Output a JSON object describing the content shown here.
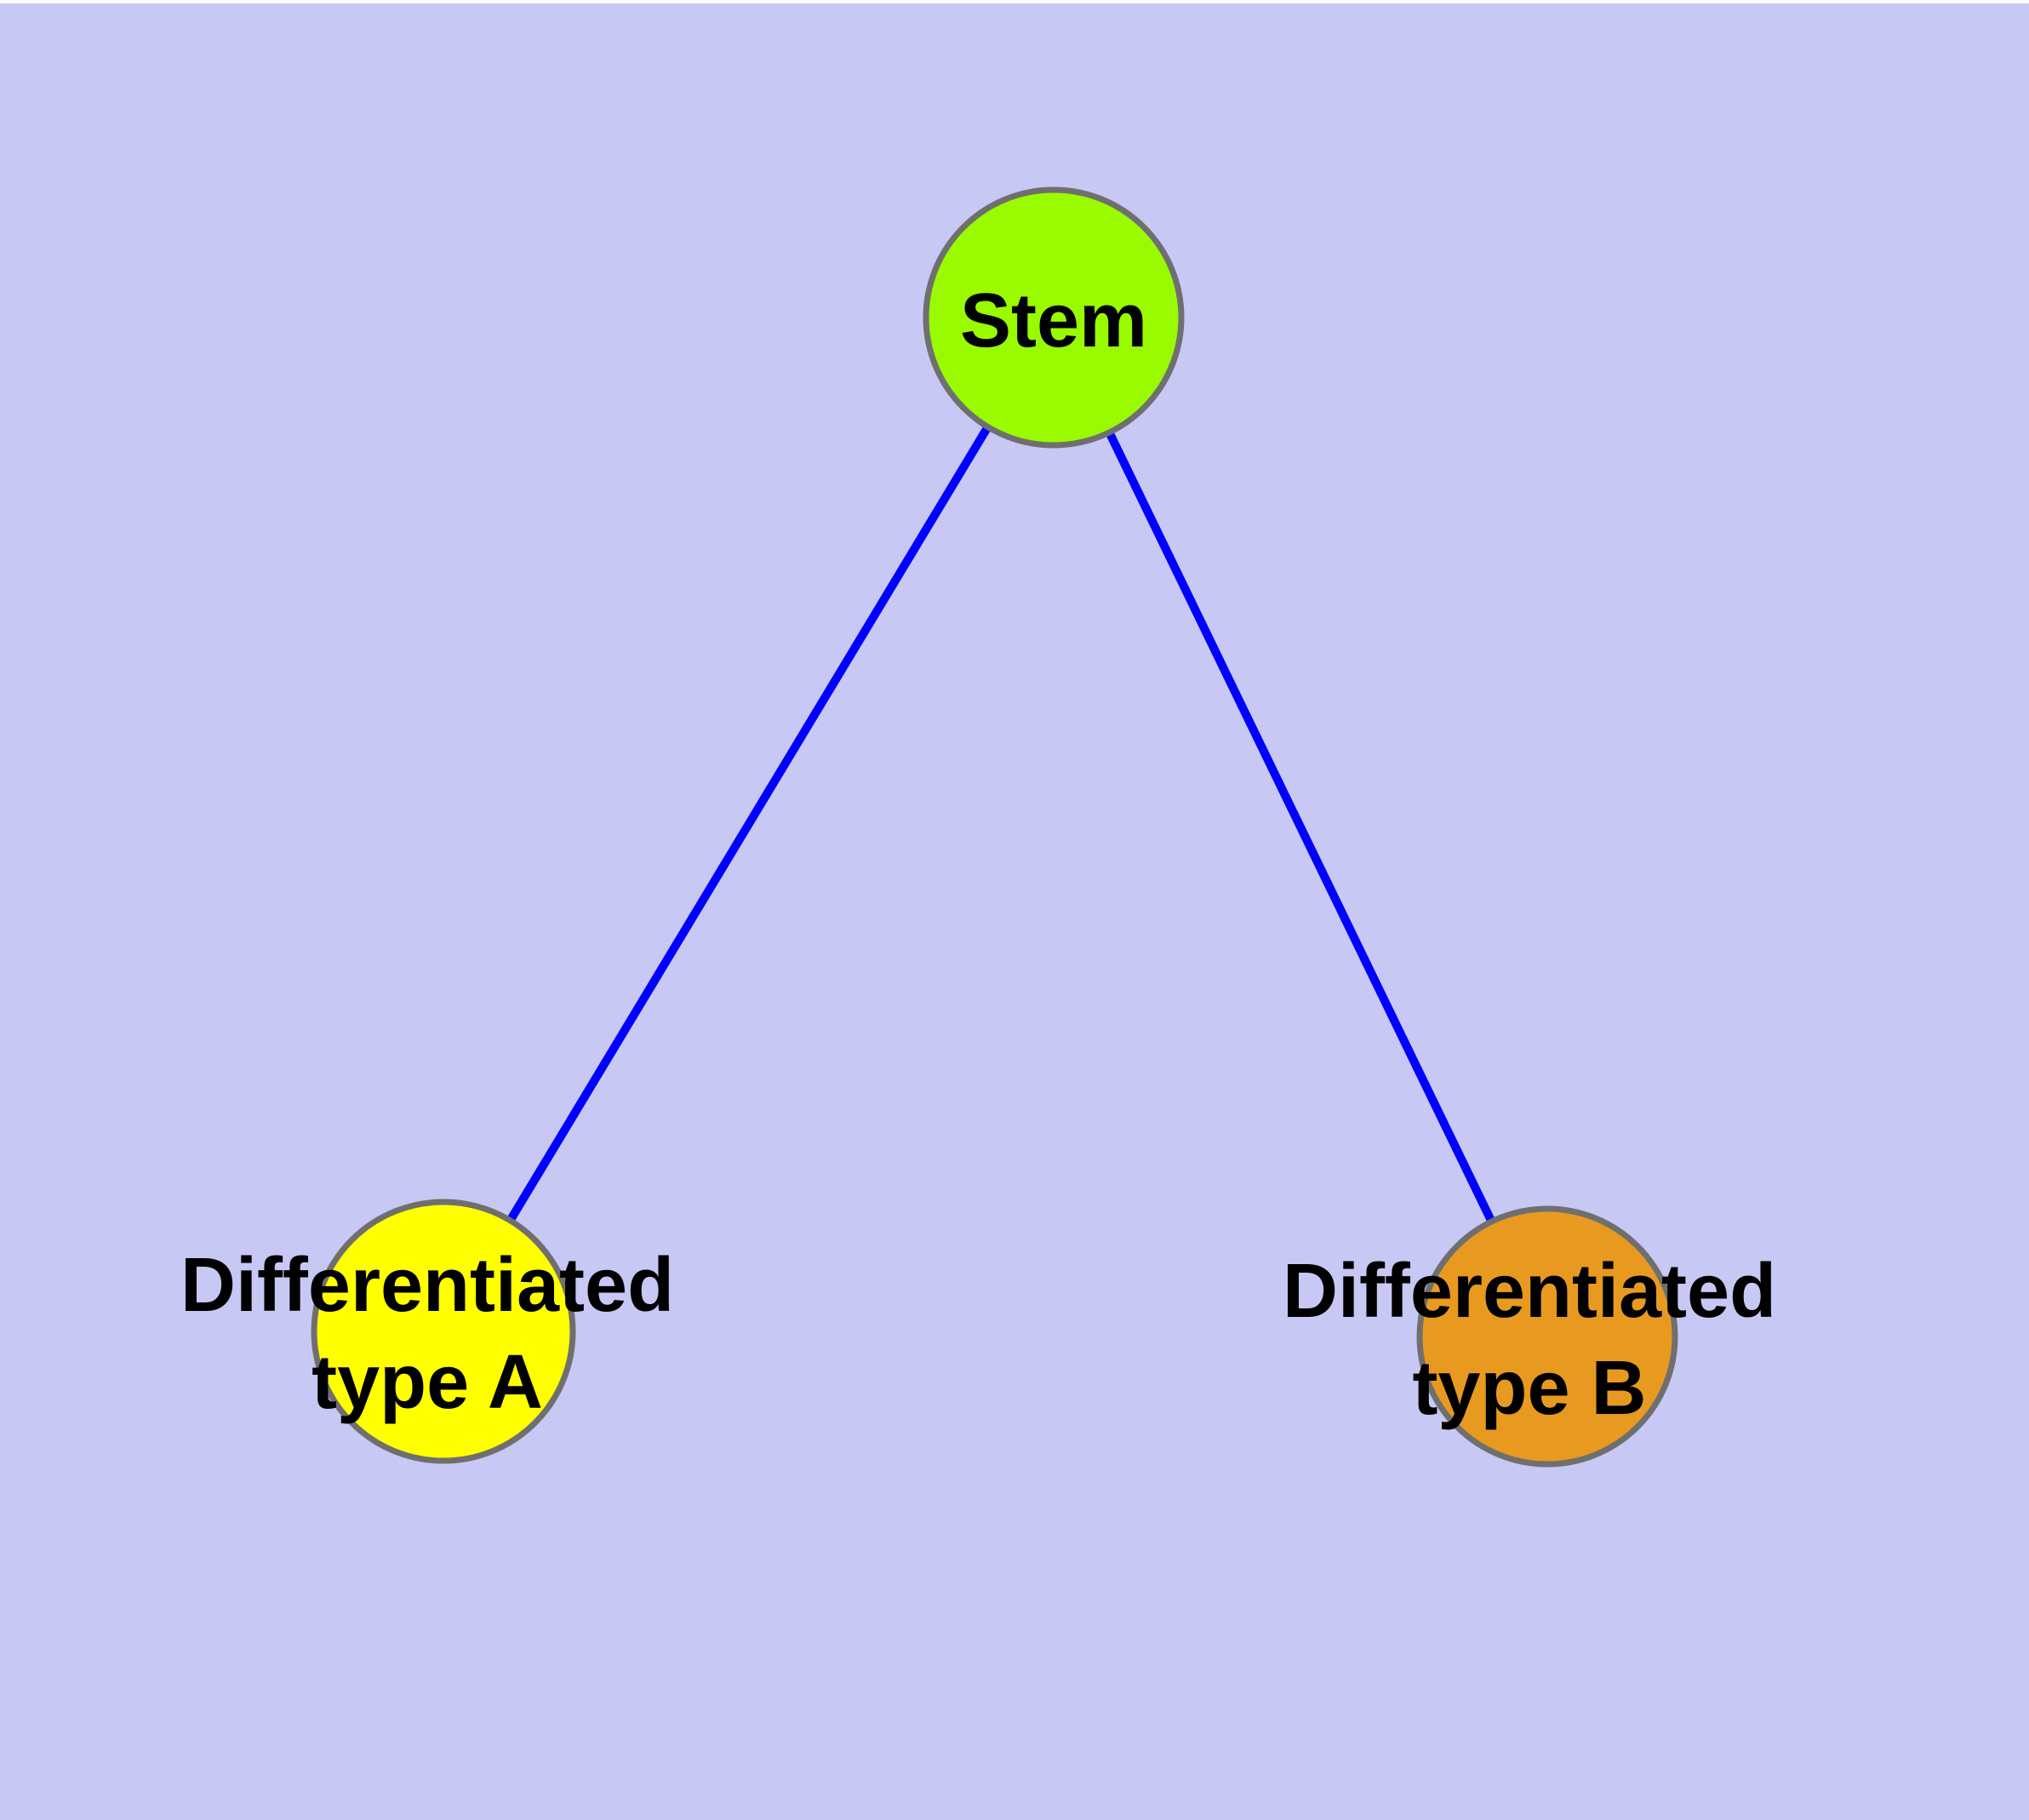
{
  "diagram": {
    "type": "node-link-graph",
    "description": "Stem cell differentiation graph with one parent node and two differentiated child nodes",
    "background_color": "#C8C8F5",
    "edge_color": "#0000FF",
    "node_border_color": "#6F6F6F",
    "label_color": "#000000",
    "nodes": [
      {
        "id": "stem",
        "label": "Stem",
        "fill": "#9AFA00"
      },
      {
        "id": "differentiated-type-a",
        "label": "Differentiated\ntype A",
        "fill": "#FFFF00"
      },
      {
        "id": "differentiated-type-b",
        "label": "Differentiated\ntype B",
        "fill": "#E89A20"
      }
    ],
    "edges": [
      {
        "from": "stem",
        "to": "differentiated-type-a"
      },
      {
        "from": "stem",
        "to": "differentiated-type-b"
      }
    ]
  }
}
